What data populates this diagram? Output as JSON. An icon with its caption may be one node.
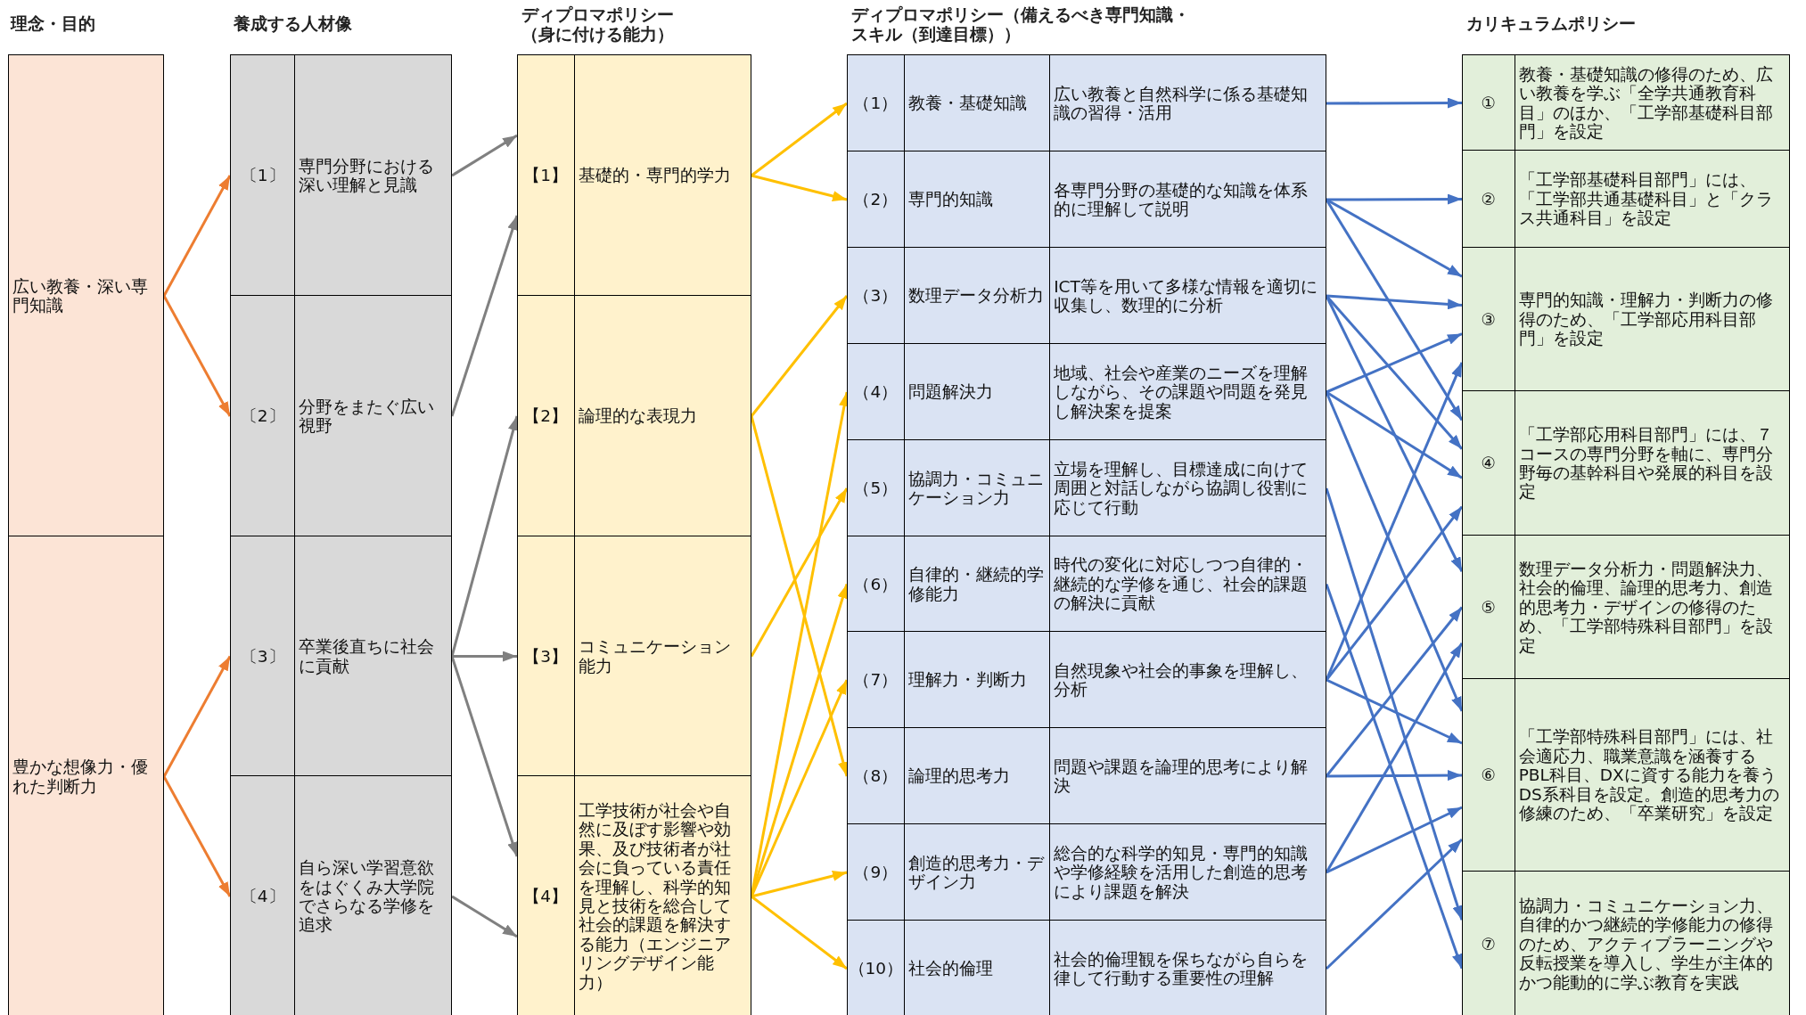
{
  "diagram": {
    "nodes": [
      {
        "text": [
          "広い教養・深い専門知識"
        ]
      },
      {
        "text": [
          "豊かな想像力・優れた判断力"
        ]
      },
      {
        "text": [
          "〔1〕",
          "専門分野における深い理解と見識"
        ]
      },
      {
        "text": [
          "〔2〕",
          "分野をまたぐ広い視野"
        ]
      },
      {
        "text": [
          "〔3〕",
          "卒業後直ちに社会に貢献"
        ]
      },
      {
        "text": [
          "〔4〕",
          "自ら深い学習意欲をはぐくみ大学院でさらなる学修を追求"
        ]
      },
      {
        "text": [
          "【1】",
          "基礎的・専門的学力"
        ]
      },
      {
        "text": [
          "【2】",
          "論理的な表現力"
        ]
      },
      {
        "text": [
          "【3】",
          "コミュニケーション能力"
        ]
      },
      {
        "text": [
          "【4】",
          "工学技術が社会や自然に及ぼす影響や効果、及び技術者が社会に負っている責任を理解し、科学的知見と技術を総合して社会的課題を解決する能力（エンジニアリングデザイン能力）"
        ]
      },
      {
        "text": [
          "（1）",
          "教養・基礎知識",
          "広い教養と自然科学に係る基礎知識の習得・活用"
        ]
      },
      {
        "text": [
          "（2）",
          "専門的知識",
          "各専門分野の基礎的な知識を体系的に理解して説明"
        ]
      },
      {
        "text": [
          "（3）",
          "数理データ分析力",
          "ICT等を用いて多様な情報を適切に収集し、数理的に分析"
        ]
      },
      {
        "text": [
          "（4）",
          "問題解決力",
          "地域、社会や産業のニーズを理解しながら、その課題や問題を発見し解決案を提案"
        ]
      },
      {
        "text": [
          "（5）",
          "協調力・コミュニケーション力",
          "立場を理解し、目標達成に向けて周囲と対話しながら協調し役割に応じて行動"
        ]
      },
      {
        "text": [
          "（6）",
          "自律的・継続的学修能力",
          "時代の変化に対応しつつ自律的・継続的な学修を通じ、社会的課題の解決に貢献"
        ]
      },
      {
        "text": [
          "（7）",
          "理解力・判断力",
          "自然現象や社会的事象を理解し、分析"
        ]
      },
      {
        "text": [
          "（8）",
          "論理的思考力",
          "問題や課題を論理的思考により解決"
        ]
      },
      {
        "text": [
          "（9）",
          "創造的思考力・デザイン力",
          "総合的な科学的知見・専門的知識や学修経験を活用した創造的思考により課題を解決"
        ]
      },
      {
        "text": [
          "（10）",
          "社会的倫理",
          "社会的倫理観を保ちながら自らを律して行動する重要性の理解"
        ]
      },
      {
        "text": [
          "①",
          "教養・基礎知識の修得のため、広い教養を学ぶ「全学共通教育科目」のほか、「工学部基礎科目部門」を設定"
        ]
      },
      {
        "text": [
          "②",
          "「工学部基礎科目部門」には、「工学部共通基礎科目」と「クラス共通科目」を設定"
        ]
      },
      {
        "text": [
          "③",
          "専門的知識・理解力・判断力の修得のため、「工学部応用科目部門」を設定"
        ]
      },
      {
        "text": [
          "④",
          "「工学部応用科目部門」には、７コースの専門分野を軸に、専門分野毎の基幹科目や発展的科目を設定"
        ]
      },
      {
        "text": [
          "⑤",
          "数理データ分析力・問題解決力、社会的倫理、論理的思考力、創造的思考力・デザインの修得のため、「工学部特殊科目部門」を設定"
        ]
      },
      {
        "text": [
          "⑥",
          "「工学部特殊科目部門」には、社会適応力、職業意識を涵養するPBL科目、DXに資する能力を養うDS系科目を設定。創造的思考力の修練のため、「卒業研究」を設定"
        ]
      },
      {
        "text": [
          "⑦",
          "協調力・コミュニケーション力、自律的かつ継続的学修能力の修得のため、アクティブラーニングや反転授業を導入し、学生が主体的かつ能動的に学ぶ教育を実践"
        ]
      }
    ],
    "edges": [
      {
        "from": 0,
        "to": 2,
        "arrow": "to",
        "color": "#ed7d31"
      },
      {
        "from": 0,
        "to": 3,
        "arrow": "to",
        "color": "#ed7d31"
      },
      {
        "from": 1,
        "to": 4,
        "arrow": "to",
        "color": "#ed7d31"
      },
      {
        "from": 1,
        "to": 5,
        "arrow": "to",
        "color": "#ed7d31"
      },
      {
        "from": 2,
        "to": 6,
        "arrow": "to",
        "color": "#808080"
      },
      {
        "from": 3,
        "to": 6,
        "arrow": "to",
        "color": "#808080"
      },
      {
        "from": 4,
        "to": 7,
        "arrow": "to",
        "color": "#808080"
      },
      {
        "from": 4,
        "to": 8,
        "arrow": "to",
        "color": "#808080"
      },
      {
        "from": 4,
        "to": 9,
        "arrow": "to",
        "color": "#808080"
      },
      {
        "from": 5,
        "to": 9,
        "arrow": "to",
        "color": "#808080"
      },
      {
        "from": 6,
        "to": 10,
        "arrow": "to",
        "color": "#ffc000"
      },
      {
        "from": 6,
        "to": 11,
        "arrow": "to",
        "color": "#ffc000"
      },
      {
        "from": 7,
        "to": 12,
        "arrow": "to",
        "color": "#ffc000"
      },
      {
        "from": 7,
        "to": 17,
        "arrow": "to",
        "color": "#ffc000"
      },
      {
        "from": 8,
        "to": 14,
        "arrow": "to",
        "color": "#ffc000"
      },
      {
        "from": 9,
        "to": 13,
        "arrow": "to",
        "color": "#ffc000"
      },
      {
        "from": 9,
        "to": 15,
        "arrow": "to",
        "color": "#ffc000"
      },
      {
        "from": 9,
        "to": 16,
        "arrow": "to",
        "color": "#ffc000"
      },
      {
        "from": 9,
        "to": 18,
        "arrow": "to",
        "color": "#ffc000"
      },
      {
        "from": 9,
        "to": 19,
        "arrow": "to",
        "color": "#ffc000"
      },
      {
        "from": 10,
        "to": 20,
        "arrow": "to"
      },
      {
        "from": 11,
        "to": 21,
        "arrow": "to"
      },
      {
        "from": 11,
        "to": 22,
        "arrow": "to"
      },
      {
        "from": 11,
        "to": 23,
        "arrow": "to"
      },
      {
        "from": 12,
        "to": 22,
        "arrow": "to"
      },
      {
        "from": 12,
        "to": 23,
        "arrow": "to"
      },
      {
        "from": 12,
        "to": 24,
        "arrow": "to"
      },
      {
        "from": 13,
        "to": 22,
        "arrow": "to"
      },
      {
        "from": 13,
        "to": 23,
        "arrow": "to"
      },
      {
        "from": 13,
        "to": 25,
        "arrow": "to"
      },
      {
        "from": 14,
        "to": 26,
        "arrow": "to"
      },
      {
        "from": 15,
        "to": 26,
        "arrow": "to"
      },
      {
        "from": 16,
        "to": 22,
        "arrow": "to"
      },
      {
        "from": 16,
        "to": 23,
        "arrow": "to"
      },
      {
        "from": 16,
        "to": 25,
        "arrow": "to"
      },
      {
        "from": 17,
        "to": 24,
        "arrow": "to"
      },
      {
        "from": 17,
        "to": 25,
        "arrow": "to"
      },
      {
        "from": 18,
        "to": 24,
        "arrow": "to"
      },
      {
        "from": 18,
        "to": 25,
        "arrow": "to"
      },
      {
        "from": 19,
        "to": 25,
        "arrow": "to"
      }
    ],
    "labels": [
      "理念・目的",
      "養成する人材像",
      "ディプロマポリシー（身に付ける能力）",
      "ディプロマポリシー（備えるべき専門知識・スキル（到達目標））",
      "カリキュラムポリシー"
    ]
  }
}
